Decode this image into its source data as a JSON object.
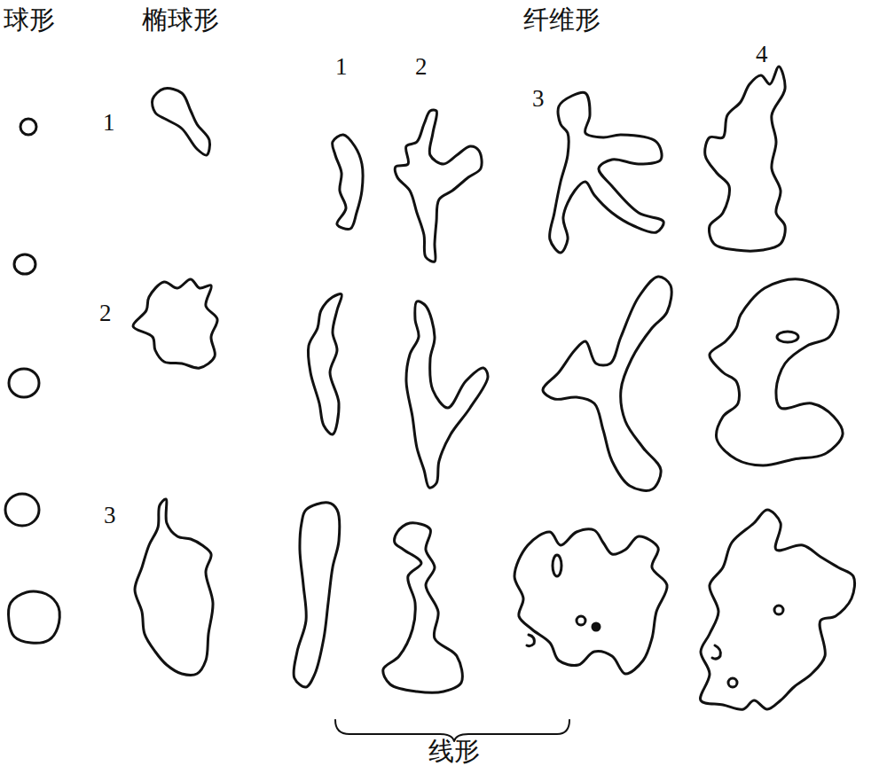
{
  "diagram": {
    "labels": [
      "球形",
      "椭球形",
      "纤维形",
      "1",
      "2",
      "3",
      "1",
      "2",
      "3",
      "4",
      "线形"
    ]
  }
}
